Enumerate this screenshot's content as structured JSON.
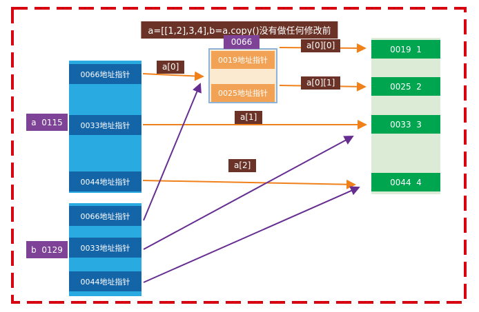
{
  "title": "a=[[1,2],3,4],b=a.copy()没有做任何修改前",
  "variables": {
    "a": "a  0115",
    "b": "b  0129"
  },
  "inner_list_address": "0066",
  "list_a": [
    "0066地址指针",
    "0033地址指针",
    "0044地址指针"
  ],
  "list_b": [
    "0066地址指针",
    "0033地址指针",
    "0044地址指针"
  ],
  "inner_list": [
    "0019地址指针",
    "0025地址指针"
  ],
  "values": [
    "0019  1",
    "0025  2",
    "0033  3",
    "0044  4"
  ],
  "arrow_labels": {
    "a0": "a[0]",
    "a00": "a[0][0]",
    "a01": "a[0][1]",
    "a1": "a[1]",
    "a2": "a[2]"
  },
  "colors": {
    "frame": "#D6000F",
    "badge_bg": "#6B3327",
    "label_bg": "#7E4397",
    "list_bg": "#29ABE2",
    "list_cell": "#1464A8",
    "inner_cell": "#F2A254",
    "value_cell": "#00A550",
    "arrow_a": "#F08019",
    "arrow_b": "#662D91"
  }
}
